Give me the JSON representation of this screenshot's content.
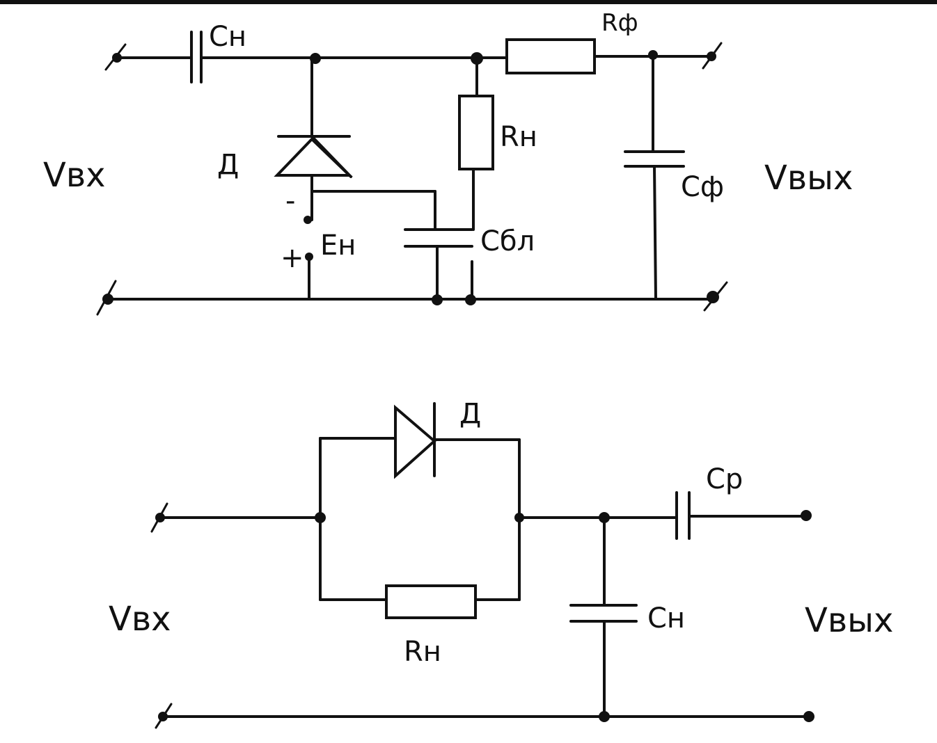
{
  "top_circuit": {
    "c_input": "Cн",
    "r_filter": "Rф",
    "r_load": "Rн",
    "diode": "Д",
    "c_filter": "Cф",
    "c_block": "Cбл",
    "source": "Eн",
    "minus": "-",
    "plus": "+",
    "v_in": "Vвх",
    "v_out": "Vвых"
  },
  "bottom_circuit": {
    "diode": "Д",
    "c_coupling": "Cр",
    "c_load": "Cн",
    "r_load": "Rн",
    "v_in": "Vвх",
    "v_out": "Vвых"
  }
}
